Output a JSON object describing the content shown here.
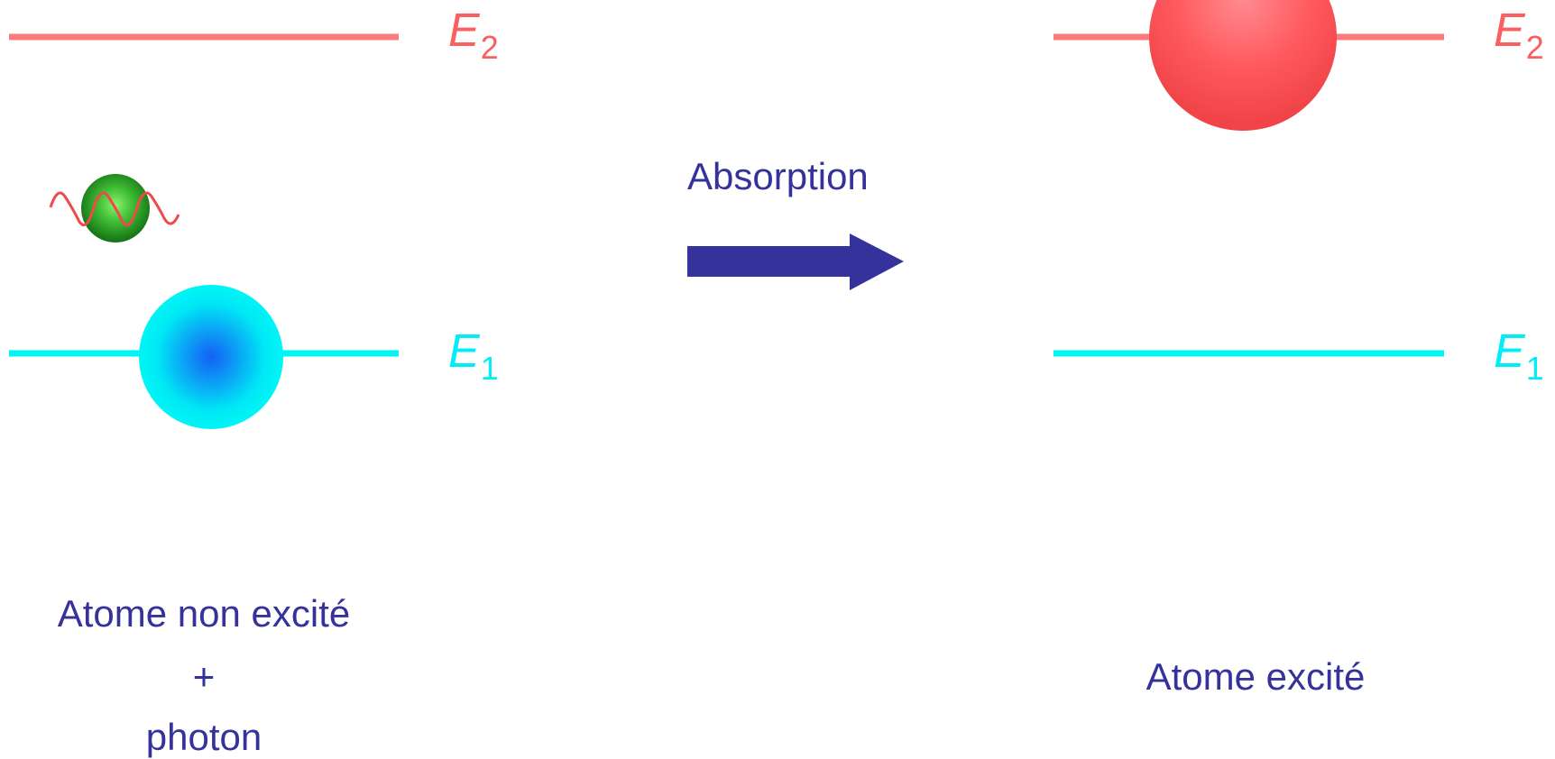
{
  "colors": {
    "upper_level": "#fb7b7b",
    "lower_level": "#00f5f5",
    "arrow": "#35339b",
    "text": "#35339b",
    "photon_wave": "#ef4a4a"
  },
  "levels": {
    "upper": {
      "letter": "E",
      "subscript": "2"
    },
    "lower": {
      "letter": "E",
      "subscript": "1"
    }
  },
  "process": {
    "label": "Absorption"
  },
  "left": {
    "caption_line1": "Atome non excité",
    "caption_line2": "+",
    "caption_line3": "photon"
  },
  "right": {
    "caption": "Atome excité"
  }
}
